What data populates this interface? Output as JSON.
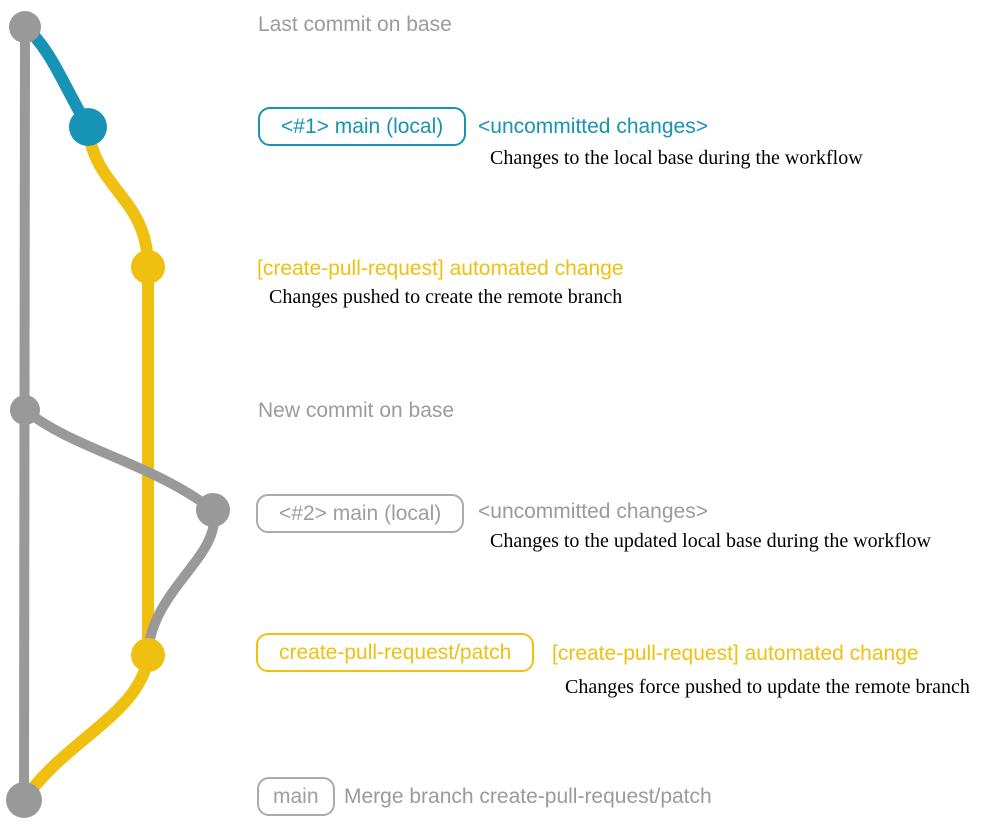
{
  "colors": {
    "base_gray": "#999999",
    "gray_label": "#9b9b9b",
    "local_blue": "#1793b5",
    "branch_yellow": "#f0c010",
    "description_text": "#000000"
  },
  "graph": {
    "nodes": [
      {
        "name": "last-commit-on-base",
        "color": "gray"
      },
      {
        "name": "uncommitted-changes-1",
        "color": "blue"
      },
      {
        "name": "automated-change-1",
        "color": "yellow"
      },
      {
        "name": "new-commit-on-base",
        "color": "gray"
      },
      {
        "name": "uncommitted-changes-2",
        "color": "gray"
      },
      {
        "name": "automated-change-2",
        "color": "yellow"
      },
      {
        "name": "merge-commit",
        "color": "gray"
      }
    ]
  },
  "annotations": {
    "row1": {
      "label": "Last commit on base"
    },
    "row2": {
      "badge": "<#1> main (local)",
      "status": "<uncommitted changes>",
      "description": "Changes to the local base during the workflow"
    },
    "row3": {
      "status": "[create-pull-request] automated change",
      "description": "Changes pushed to create the remote branch"
    },
    "row4": {
      "label": "New commit on base"
    },
    "row5": {
      "badge": "<#2> main (local)",
      "status": "<uncommitted changes>",
      "description": "Changes to the updated local base during the workflow"
    },
    "row6": {
      "badge": "create-pull-request/patch",
      "status": "[create-pull-request] automated change",
      "description": "Changes force pushed to update the remote branch"
    },
    "row7": {
      "badge": "main",
      "label": "Merge branch create-pull-request/patch"
    }
  }
}
